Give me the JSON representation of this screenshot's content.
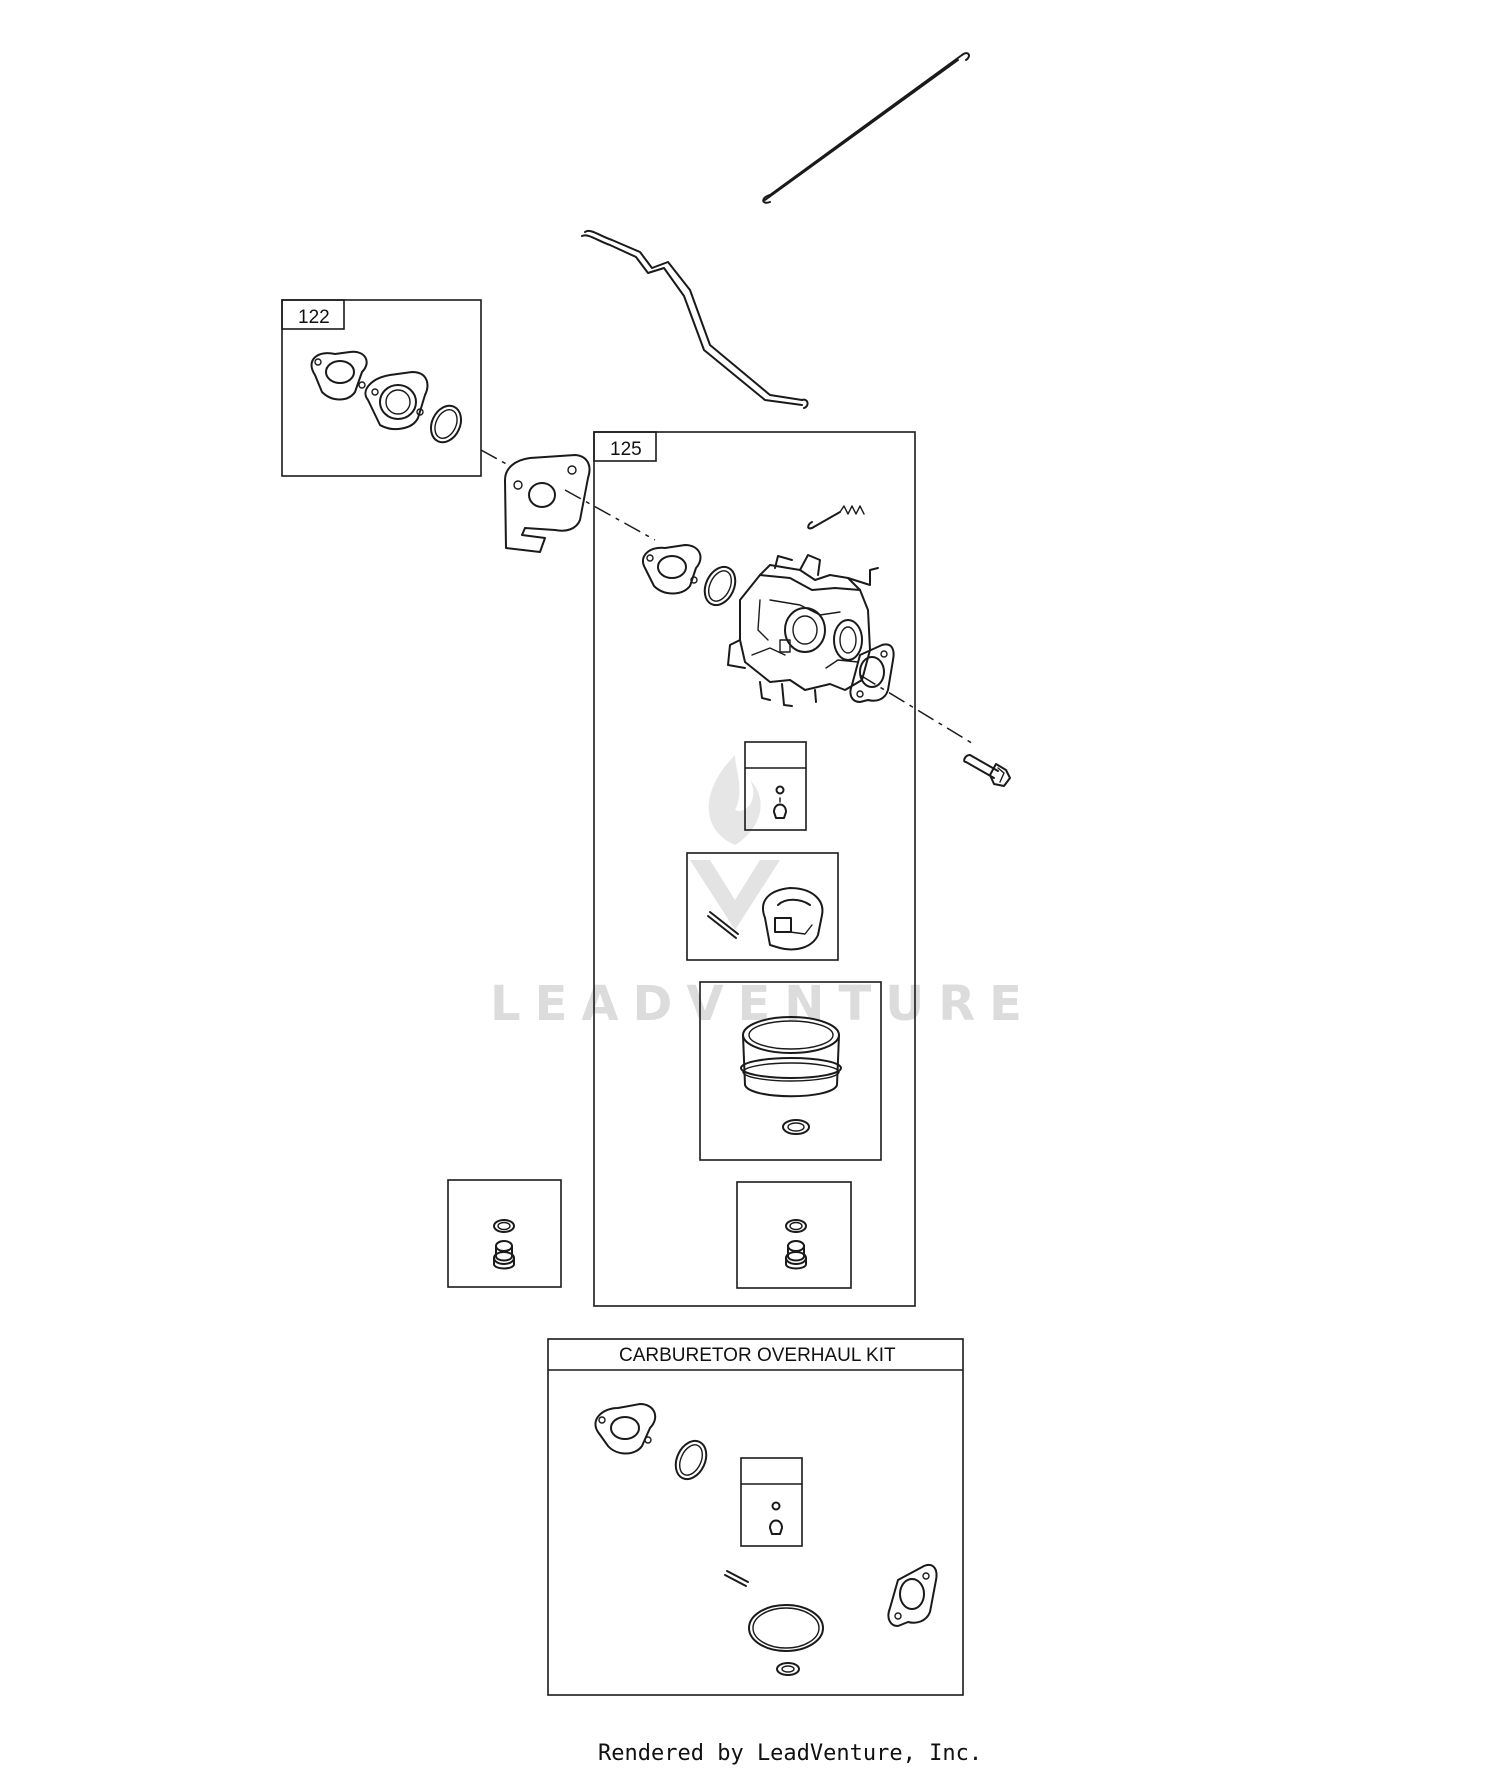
{
  "callouts": {
    "part_122": "122",
    "part_125": "125"
  },
  "kit": {
    "title": "CARBURETOR OVERHAUL KIT"
  },
  "watermark": {
    "text": "LEADVENTURE"
  },
  "footer": {
    "text": "Rendered by LeadVenture, Inc."
  }
}
